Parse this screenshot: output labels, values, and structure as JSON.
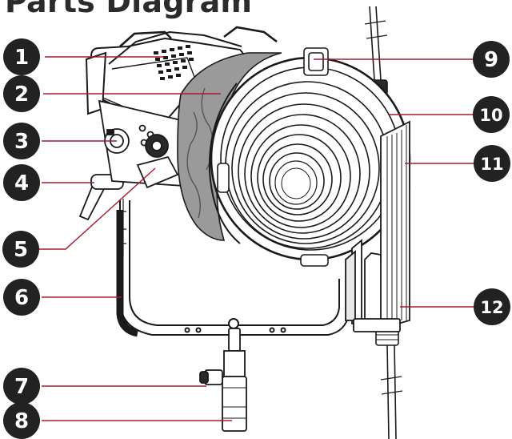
{
  "title": "Parts Diagram",
  "colors": {
    "callout_fill": "#222222",
    "callout_text": "#ffffff",
    "leader": "#a6192e",
    "line_art": "#1a1a1a",
    "diffusion": "#9a9a9a"
  },
  "callouts": [
    {
      "n": "1"
    },
    {
      "n": "2"
    },
    {
      "n": "3"
    },
    {
      "n": "4"
    },
    {
      "n": "5"
    },
    {
      "n": "6"
    },
    {
      "n": "7"
    },
    {
      "n": "8"
    },
    {
      "n": "9"
    },
    {
      "n": "10"
    },
    {
      "n": "11"
    },
    {
      "n": "12"
    }
  ]
}
